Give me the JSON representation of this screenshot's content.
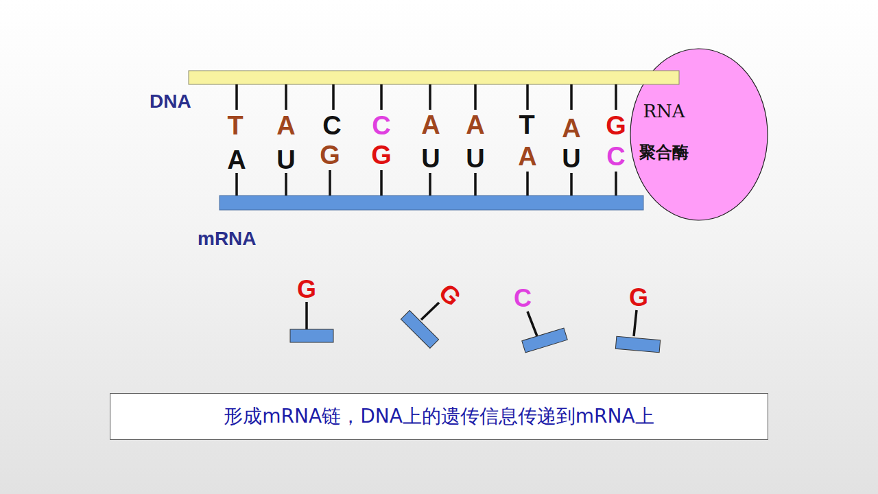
{
  "diagram": {
    "caption": "形成mRNA链，DNA上的遗传信息传递到mRNA上",
    "nodes": [
      {
        "text": [
          "RNA",
          "聚合酶"
        ]
      },
      {
        "text": [
          "形成mRNA链，DNA上的遗传信息传递到mRNA上"
        ]
      }
    ],
    "labels": [
      "DNA",
      "mRNA",
      "T",
      "A",
      "C",
      "C",
      "A",
      "A",
      "T",
      "A",
      "G",
      "A",
      "U",
      "G",
      "G",
      "U",
      "U",
      "A",
      "U",
      "C",
      "G",
      "G",
      "C",
      "G"
    ]
  }
}
